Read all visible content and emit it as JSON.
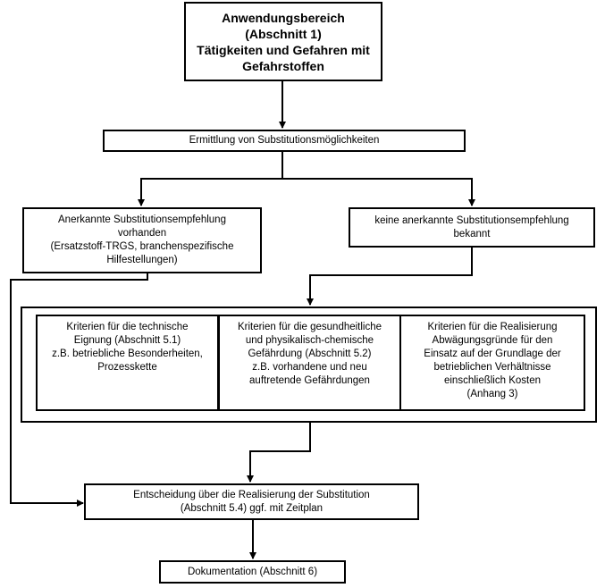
{
  "scope": {
    "lines": [
      "Anwendungsbereich",
      "(Abschnitt 1)",
      "Tätigkeiten und Gefahren mit",
      "Gefahrstoffen"
    ]
  },
  "determination": {
    "label": "Ermittlung von Substitutionsmöglichkeiten"
  },
  "recognized": {
    "lines": [
      "Anerkannte Substitutionsempfehlung",
      "vorhanden",
      "(Ersatzstoff-TRGS, branchenspezifische",
      "Hilfestellungen)"
    ]
  },
  "not_recognized": {
    "lines": [
      "keine anerkannte Substitutionsempfehlung",
      "bekannt"
    ]
  },
  "criteria": [
    {
      "lines": [
        "Kriterien für die technische",
        "Eignung (Abschnitt 5.1)",
        "z.B. betriebliche Besonderheiten,",
        "Prozesskette"
      ]
    },
    {
      "lines": [
        "Kriterien für die gesundheitliche",
        "und physikalisch-chemische",
        "Gefährdung (Abschnitt 5.2)",
        "z.B. vorhandene und neu",
        "auftretende  Gefährdungen"
      ]
    },
    {
      "lines": [
        "Kriterien für die Realisierung",
        "Abwägungsgründe für den",
        "Einsatz auf der Grundlage der",
        "betrieblichen Verhältnisse",
        "einschließlich Kosten",
        "(Anhang 3)"
      ]
    }
  ],
  "decision": {
    "lines": [
      "Entscheidung über die Realisierung der Substitution",
      "(Abschnitt 5.4) ggf. mit Zeitplan"
    ]
  },
  "documentation": {
    "label": "Dokumentation  (Abschnitt 6)"
  }
}
